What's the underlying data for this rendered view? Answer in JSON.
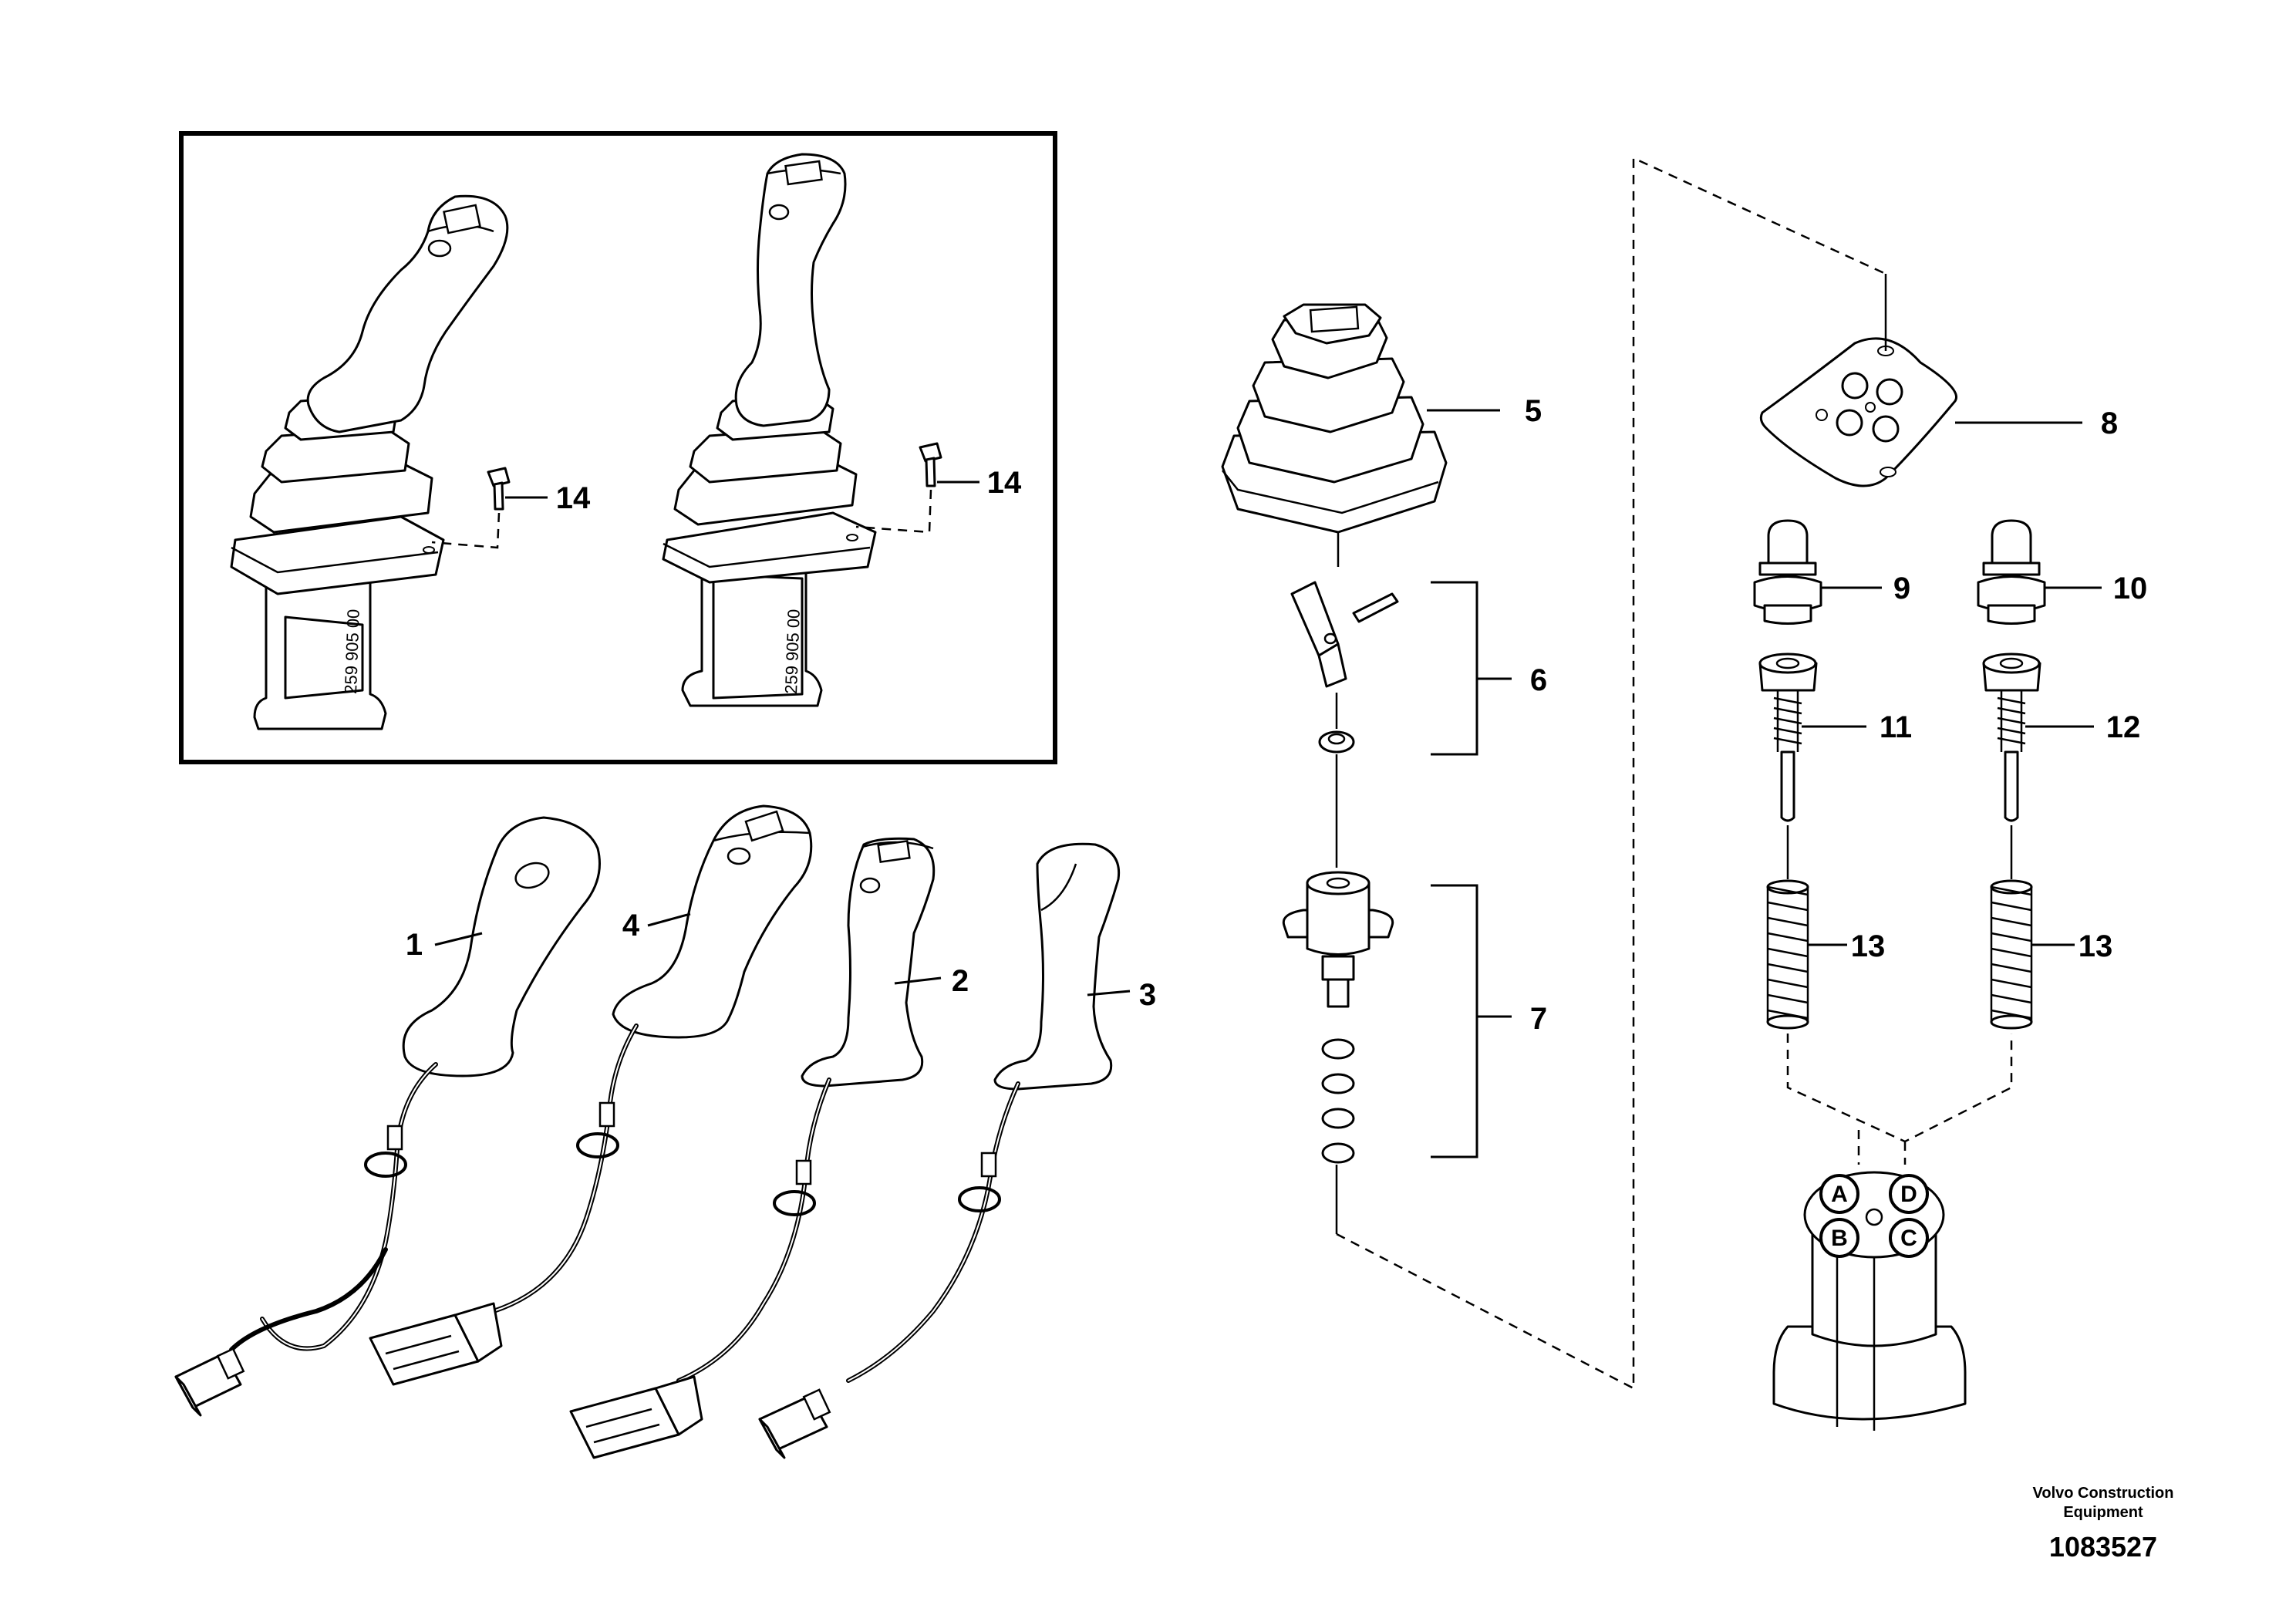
{
  "callouts": {
    "c1": "1",
    "c2": "2",
    "c3": "3",
    "c4": "4",
    "c5": "5",
    "c6": "6",
    "c7": "7",
    "c8": "8",
    "c9": "9",
    "c10": "10",
    "c11": "11",
    "c12": "12",
    "c13a": "13",
    "c13b": "13",
    "c14a": "14",
    "c14b": "14"
  },
  "port_letters": {
    "a": "A",
    "b": "B",
    "c": "C",
    "d": "D"
  },
  "decal_text": {
    "left": "259 905 00",
    "right": "259 905 00"
  },
  "footer": {
    "company_line1": "Volvo Construction",
    "company_line2": "Equipment",
    "drawing_number": "1083527"
  }
}
